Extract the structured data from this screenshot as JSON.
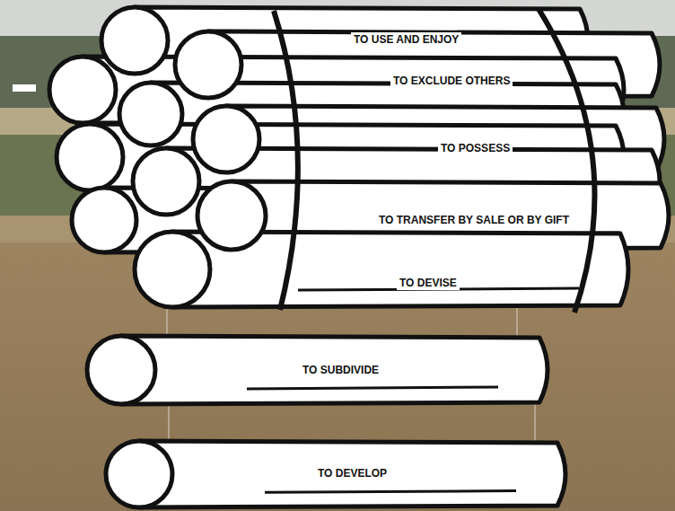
{
  "diagram": {
    "nodes": [
      {
        "text": [
          "TO USE AND ENJOY"
        ]
      },
      {
        "text": [
          "TO EXCLUDE OTHERS"
        ]
      },
      {
        "text": [
          "TO POSSESS"
        ]
      },
      {
        "text": [
          "TO TRANSFER BY SALE OR BY GIFT"
        ]
      },
      {
        "text": [
          "TO DEVISE"
        ]
      },
      {
        "text": [
          "TO SUBDIVIDE"
        ]
      },
      {
        "text": [
          "TO DEVELOP"
        ]
      }
    ]
  }
}
